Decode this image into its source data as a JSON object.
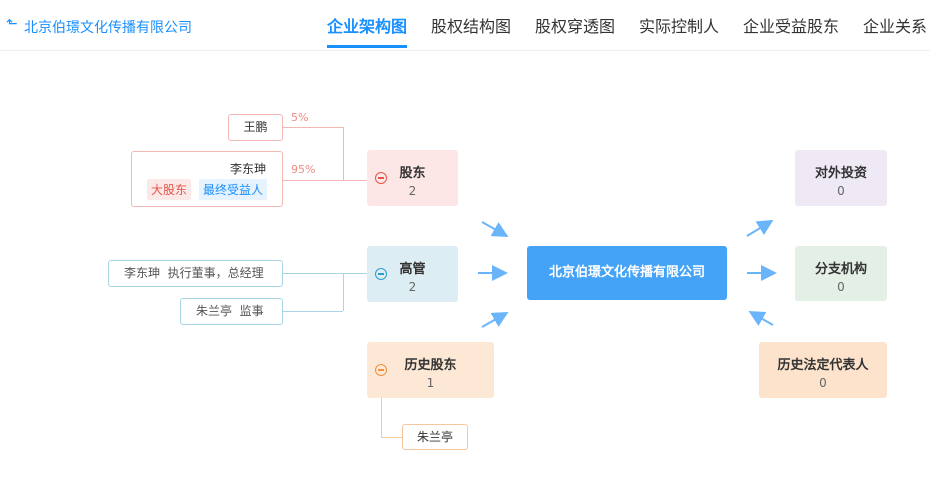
{
  "header": {
    "back_icon": "back-arrow-icon",
    "company": "北京伯璟文化传播有限公司",
    "tabs": [
      {
        "label": "企业架构图",
        "active": true
      },
      {
        "label": "股权结构图"
      },
      {
        "label": "股权穿透图"
      },
      {
        "label": "实际控制人"
      },
      {
        "label": "企业受益股东"
      },
      {
        "label": "企业关系"
      }
    ]
  },
  "shareholders": {
    "title": "股东",
    "count": "2",
    "items": [
      {
        "name": "王鹏",
        "percent": "5%"
      },
      {
        "name": "李东珅",
        "percent": "95%",
        "tags": [
          "大股东",
          "最终受益人"
        ]
      }
    ]
  },
  "executives": {
    "title": "高管",
    "count": "2",
    "items": [
      {
        "name": "李东珅",
        "role": "执行董事，总经理"
      },
      {
        "name": "朱兰亭",
        "role": "监事"
      }
    ]
  },
  "history_shareholders": {
    "title": "历史股东",
    "count": "1",
    "items": [
      {
        "name": "朱兰亭"
      }
    ]
  },
  "center": {
    "name": "北京伯璟文化传播有限公司"
  },
  "outbound": {
    "title": "对外投资",
    "count": "0"
  },
  "branches": {
    "title": "分支机构",
    "count": "0"
  },
  "history_legal_rep": {
    "title": "历史法定代表人",
    "count": "0"
  },
  "colors": {
    "accent": "#1890ff",
    "center": "#44a3f7",
    "shareholder": "#fce6e6",
    "exec": "#dcedf4",
    "history": "#fde8d6",
    "invest": "#efe8f5",
    "branch": "#e4efe6",
    "legal": "#fde3cc"
  }
}
